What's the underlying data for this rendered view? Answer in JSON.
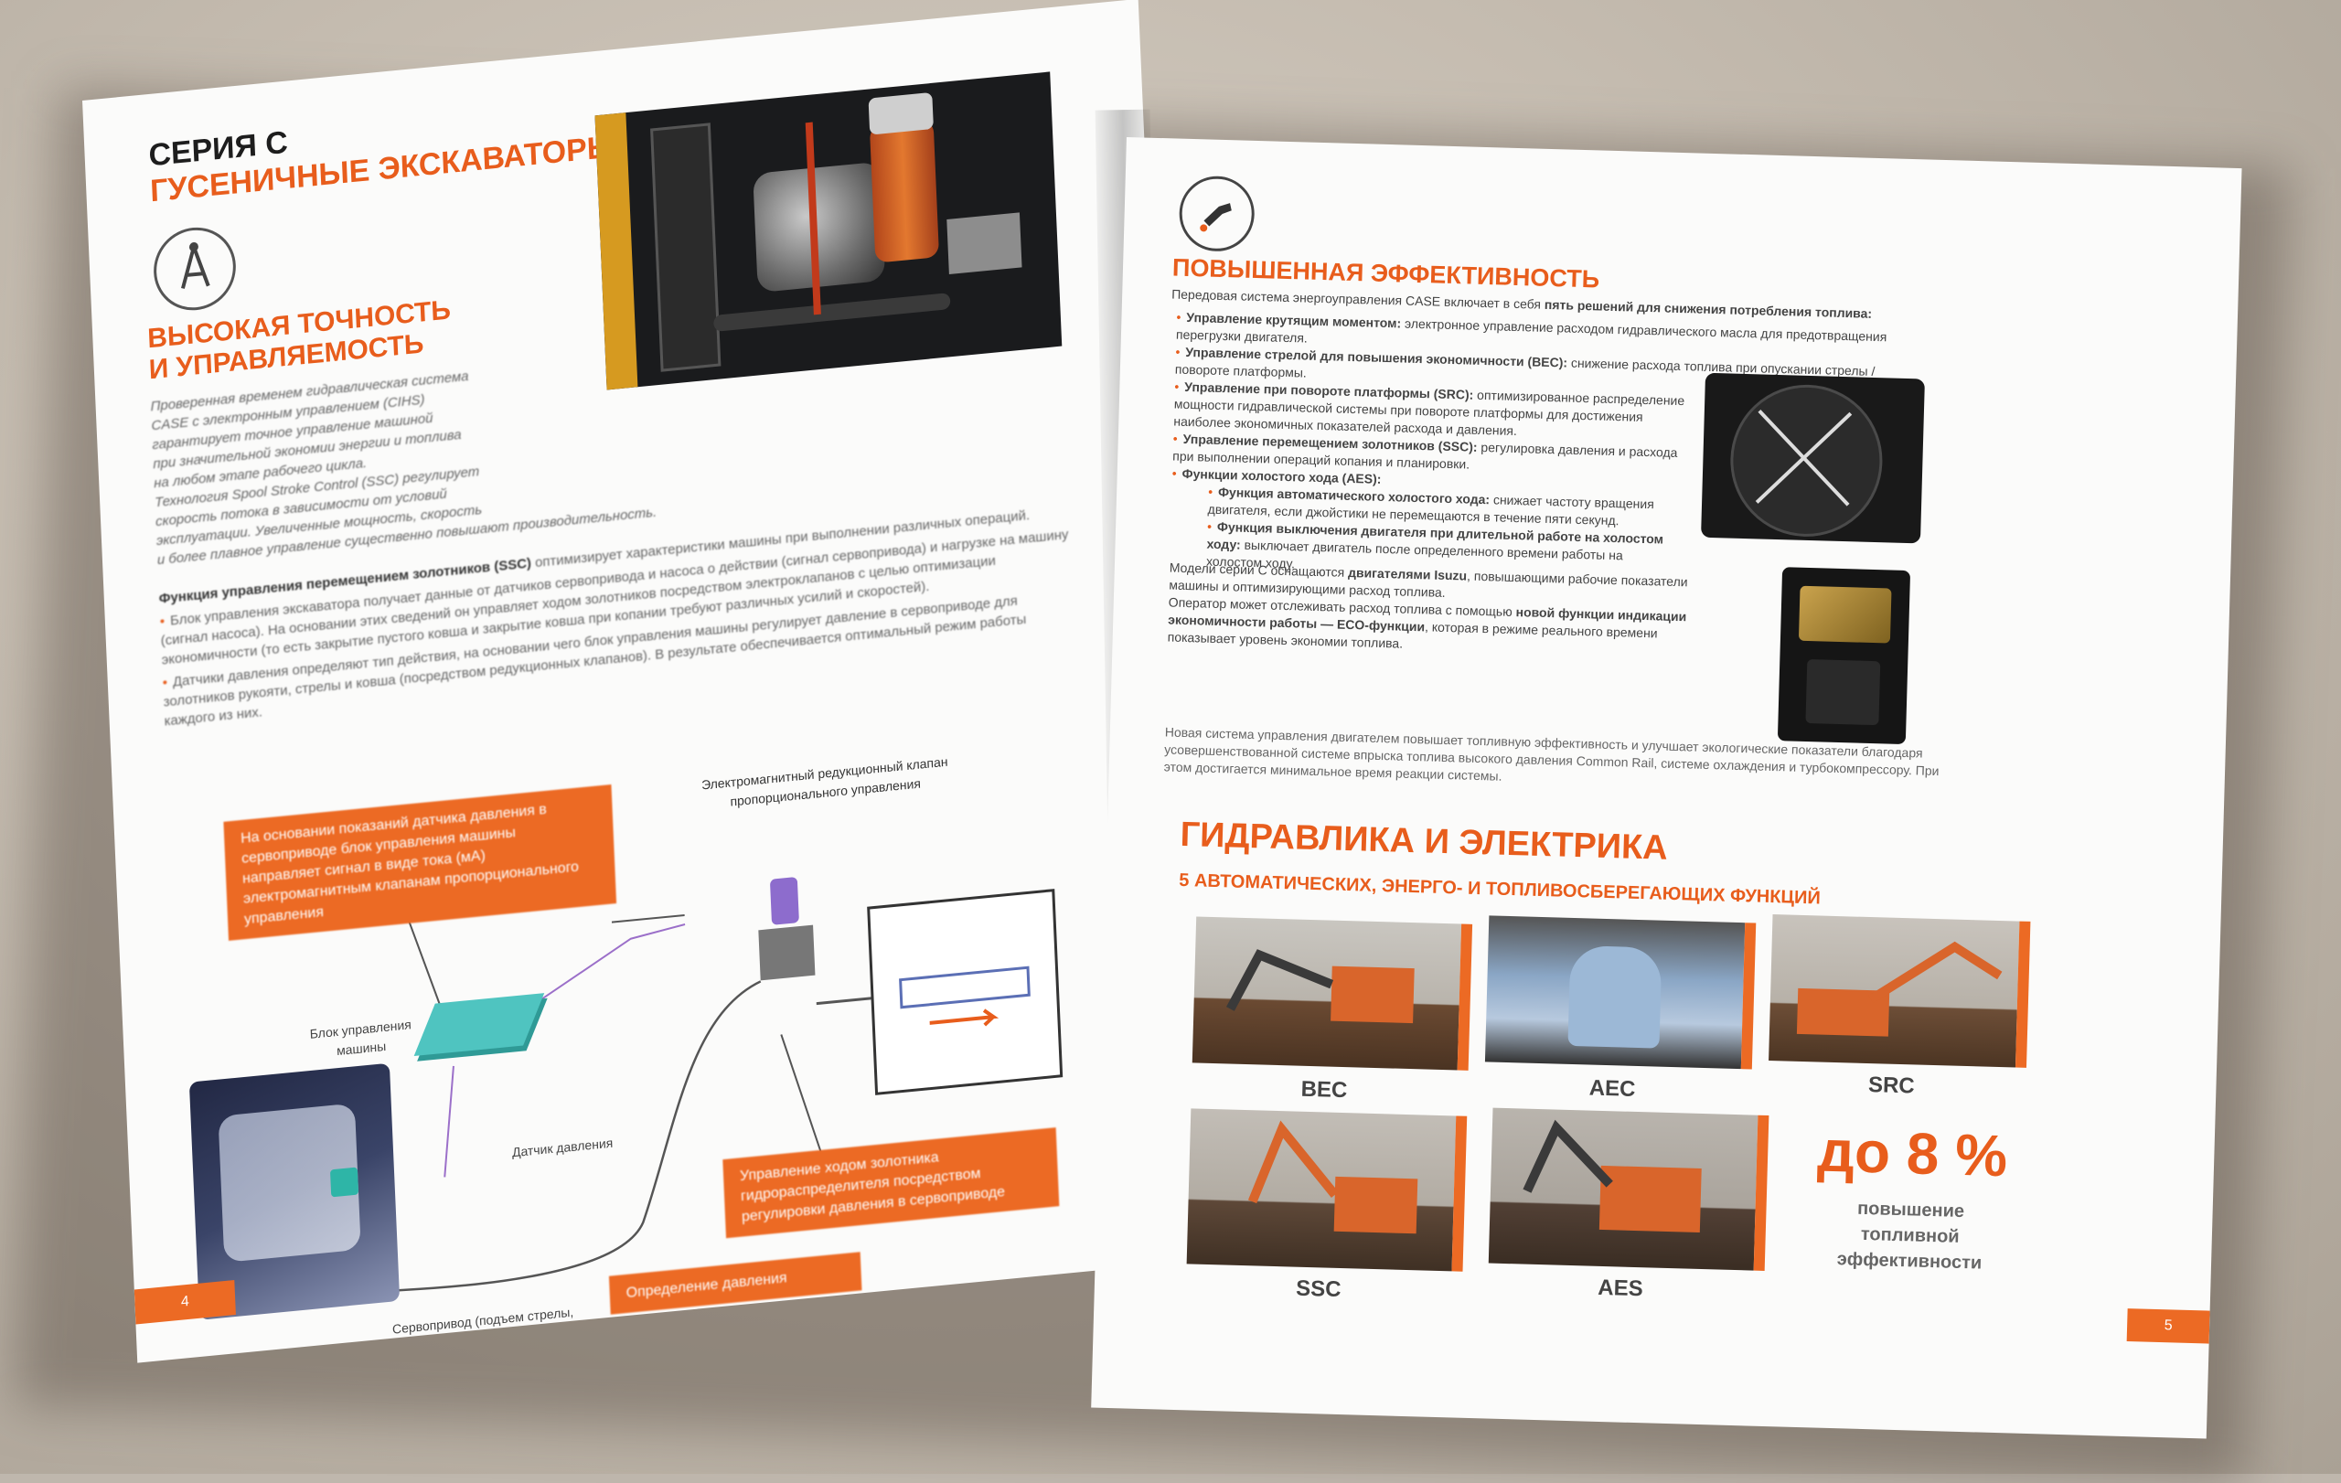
{
  "left_page": {
    "series": "СЕРИЯ С",
    "title": "ГУСЕНИЧНЫЕ ЭКСКАВАТОРЫ",
    "section_title_1": "ВЫСОКАЯ ТОЧНОСТЬ",
    "section_title_2": "И УПРАВЛЯЕМОСТЬ",
    "intro_lines": [
      "Проверенная временем гидравлическая система",
      "CASE с электронным управлением (CIHS)",
      "гарантирует точное управление машиной",
      "при значительной экономии энергии и топлива",
      "на любом этапе рабочего цикла.",
      "Технология Spool Stroke Control (SSC) регулирует",
      "скорость потока в зависимости от условий",
      "эксплуатации. Увеличенные мощность, скорость",
      "и более плавное управление существенно повышают производительность."
    ],
    "ssc_lead": "Функция управления перемещением золотников (SSC)",
    "ssc_text": " оптимизирует характеристики машины при выполнении различных операций.",
    "bullets": [
      "Блок управления экскаватора получает данные от датчиков сервопривода и насоса о действии (сигнал сервопривода) и нагрузке на машину (сигнал насоса). На основании этих сведений он управляет ходом золотников посредством электроклапанов с целью оптимизации экономичности (то есть закрытие пустого ковша и закрытие ковша при копании требуют различных усилий и скоростей).",
      "Датчики давления определяют тип действия, на основании чего блок управления машины регулирует давление в сервоприводе для золотников рукояти, стрелы и ковша (посредством редукционных клапанов). В результате обеспечивается оптимальный режим работы каждого из них."
    ],
    "diagram": {
      "tag_top": "На основании показаний датчика давления в сервоприводе блок управления машины направляет сигнал в виде тока (мА) электромагнитным клапанам пропорционального управления",
      "valve_label": "Электромагнитный редукционный клапан пропорционального управления",
      "control_unit": "Блок управления машины",
      "pressure_sensor": "Датчик давления",
      "tag_spool": "Управление ходом золотника гидрораспределителя посредством регулировки давления в сервоприводе",
      "tag_pressure": "Определение давления",
      "servo_label": "Сервопривод (подъем стрелы, подтягивание рукояти, закрытие ковша)"
    },
    "page_number": "4"
  },
  "right_page": {
    "title": "ПОВЫШЕННАЯ ЭФФЕКТИВНОСТЬ",
    "intro": "Передовая система энергоуправления CASE включает в себя ",
    "intro_bold": "пять решений для снижения потребления топлива:",
    "items": [
      {
        "bold": "Управление крутящим моментом:",
        "text": " электронное управление расходом гидравлического масла для предотвращения перегрузки двигателя."
      },
      {
        "bold": "Управление стрелой для повышения экономичности (BEC):",
        "text": " снижение расхода топлива при опускании стрелы / повороте платформы."
      },
      {
        "bold": "Управление при повороте платформы (SRC):",
        "text": " оптимизированное распределение мощности гидравлической системы при повороте платформы для достижения наиболее экономичных показателей расхода и давления."
      },
      {
        "bold": "Управление перемещением золотников (SSC):",
        "text": " регулировка давления и расхода при выполнении операций копания и планировки."
      },
      {
        "bold": "Функции холостого хода (AES):",
        "text": ""
      }
    ],
    "sub_items": [
      {
        "bold": "Функция автоматического холостого хода:",
        "text": " снижает частоту вращения двигателя, если джойстики не перемещаются в течение пяти секунд."
      },
      {
        "bold": "Функция выключения двигателя при длительной работе на холостом ходу:",
        "text": " выключает двигатель после определенного времени работы на холостом ходу."
      }
    ],
    "isuzu_p1": "Модели серии С оснащаются ",
    "isuzu_b1": "двигателями Isuzu",
    "isuzu_p2": ", повышающими рабочие показатели машины и оптимизирующими расход топлива.",
    "isuzu_p3": "Оператор может отслеживать расход топлива с помощью ",
    "isuzu_b2": "новой функции индикации экономичности работы — ECO-функции",
    "isuzu_p4": ", которая в режиме реального времени показывает уровень экономии топлива.",
    "engine_text": "Новая система управления двигателем повышает топливную эффективность и улучшает экологические показатели благодаря усовершенствованной системе впрыска топлива высокого давления Common Rail, системе охлаждения и турбокомпрессору. При этом достигается минимальное время реакции системы.",
    "hydraulics_title": "ГИДРАВЛИКА И ЭЛЕКТРИКА",
    "hydraulics_subtitle": "5 АВТОМАТИЧЕСКИХ, ЭНЕРГО- И ТОПЛИВОСБЕРЕГАЮЩИХ ФУНКЦИЙ",
    "captions": [
      "BEC",
      "AEC",
      "SRC",
      "SSC",
      "AES"
    ],
    "percent": "до 8 %",
    "percent_text": [
      "повышение",
      "топливной",
      "эффективности"
    ],
    "page_number": "5"
  },
  "colors": {
    "accent": "#ec6a24",
    "machine_orange": "#d9652b",
    "cyan_block": "#4fc4c0"
  }
}
